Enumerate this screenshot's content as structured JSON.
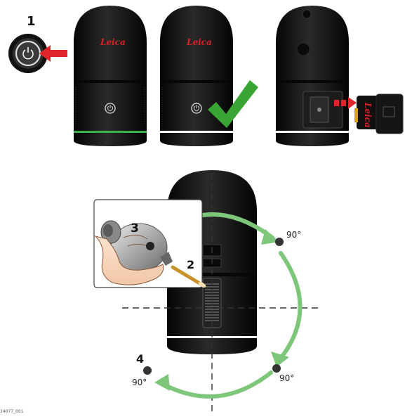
{
  "steps": {
    "power_step": "1",
    "swab_step": "2",
    "blower_step": "3",
    "rotate_step": "4"
  },
  "rotation": {
    "angle_right_top": "90°",
    "angle_right_bottom": "90°",
    "angle_left_bottom": "90°"
  },
  "brand": {
    "logo_text": "Leica"
  },
  "figure": {
    "id": "34077_001"
  },
  "colors": {
    "arrow_green": "#7dc67a",
    "check_green": "#3aa534",
    "ring_green": "#37b24d",
    "indicator_red": "#e0262b",
    "device_black": "#121212"
  }
}
